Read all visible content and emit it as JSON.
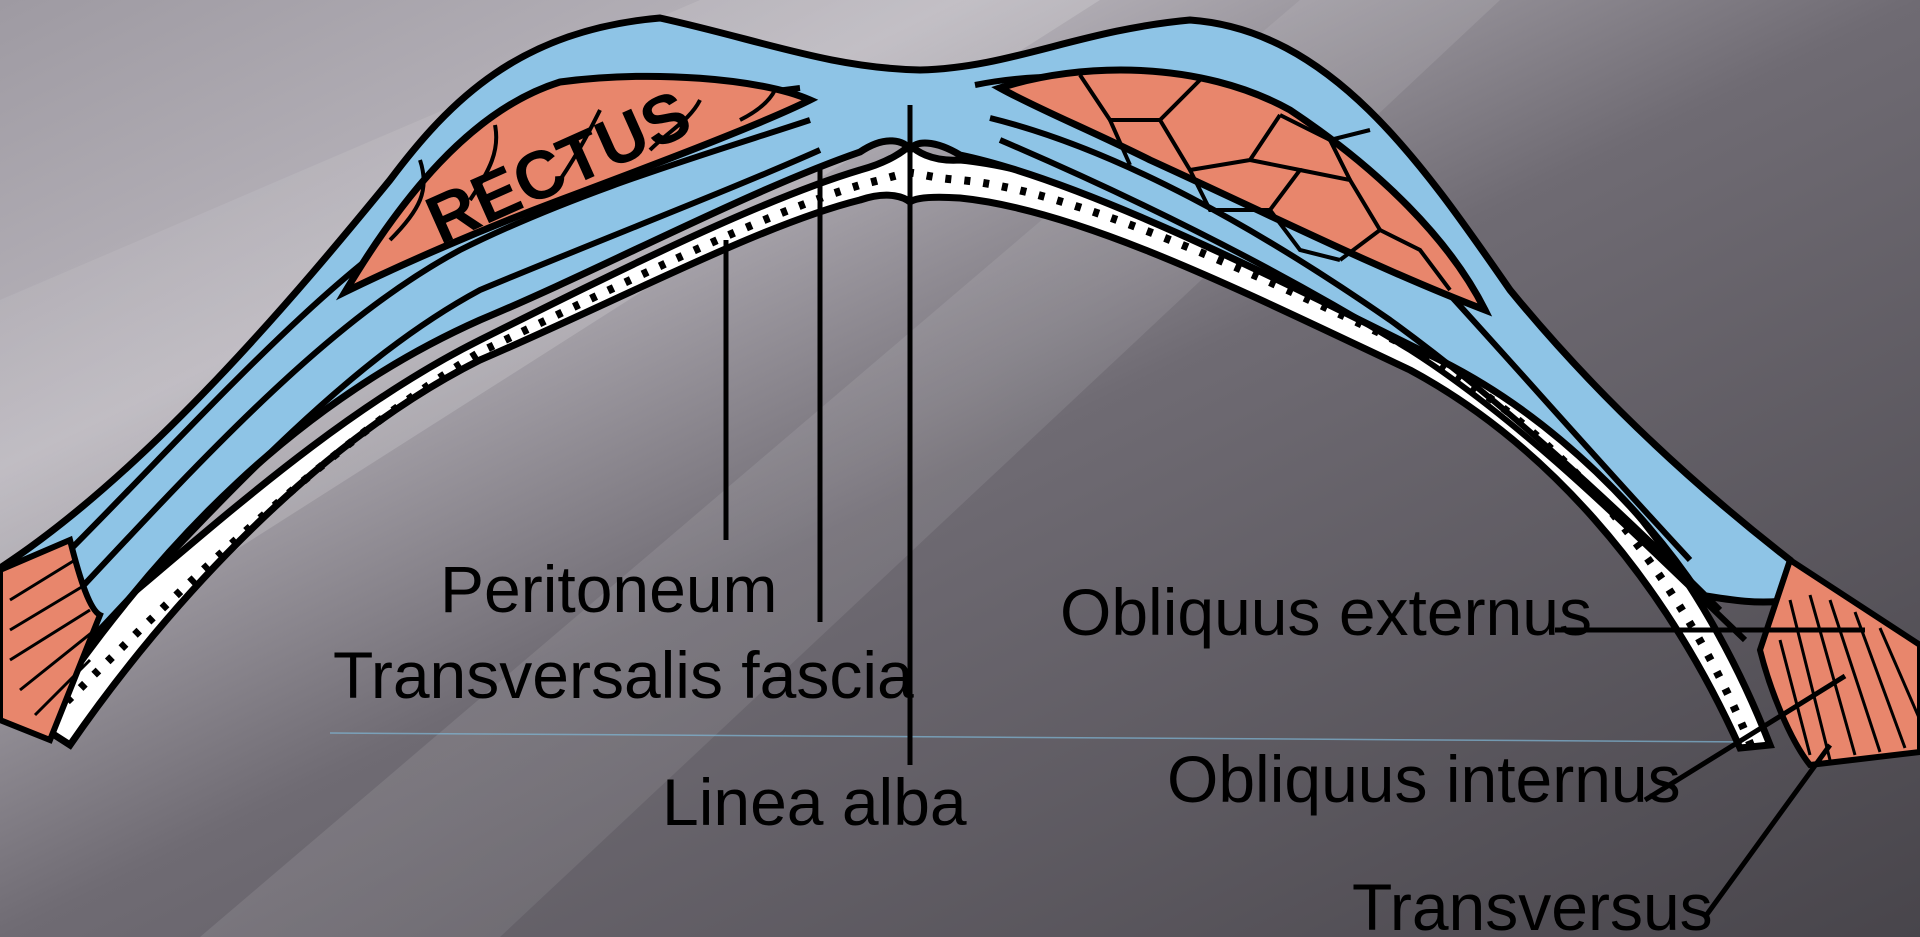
{
  "labels": {
    "rectus": "RECTUS",
    "peritoneum": "Peritoneum",
    "transversalis_fascia": "Transversalis fascia",
    "linea_alba": "Linea alba",
    "obliquus_externus": "Obliquus externus",
    "obliquus_internus": "Obliquus internus",
    "transversus": "Transversus"
  },
  "colors": {
    "sheath": "#8ec4e6",
    "muscle": "#e8866c",
    "fascia": "#ffffff",
    "outline": "#000000",
    "background_light": "#b8b4bc",
    "background_dark": "#4f4c52"
  }
}
